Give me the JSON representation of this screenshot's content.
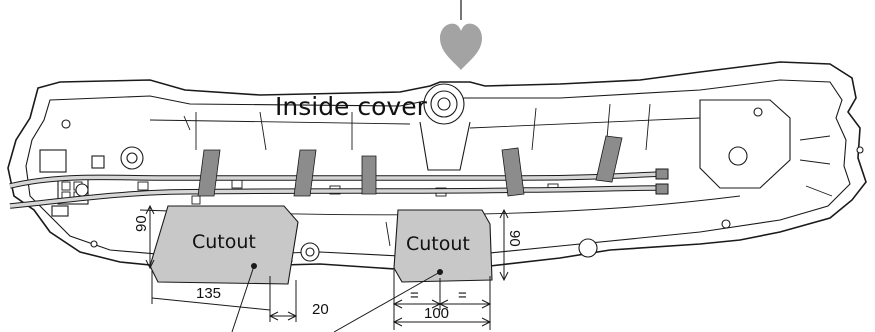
{
  "diagram": {
    "labels": {
      "inside_cover": "Inside cover",
      "cutout_left": "Cutout",
      "cutout_right": "Cutout"
    },
    "dimensions": {
      "left_height": "90",
      "right_height": "90",
      "left_offset": "135",
      "left_width": "20",
      "right_equal_a": "=",
      "right_equal_b": "=",
      "right_width": "100"
    },
    "colors": {
      "heart": "#a3a3a3",
      "cutout_fill": "#c8c8c8",
      "tape": "#8c8c8c",
      "line": "#1a1a1a"
    },
    "icons": [
      "heart-icon"
    ]
  }
}
